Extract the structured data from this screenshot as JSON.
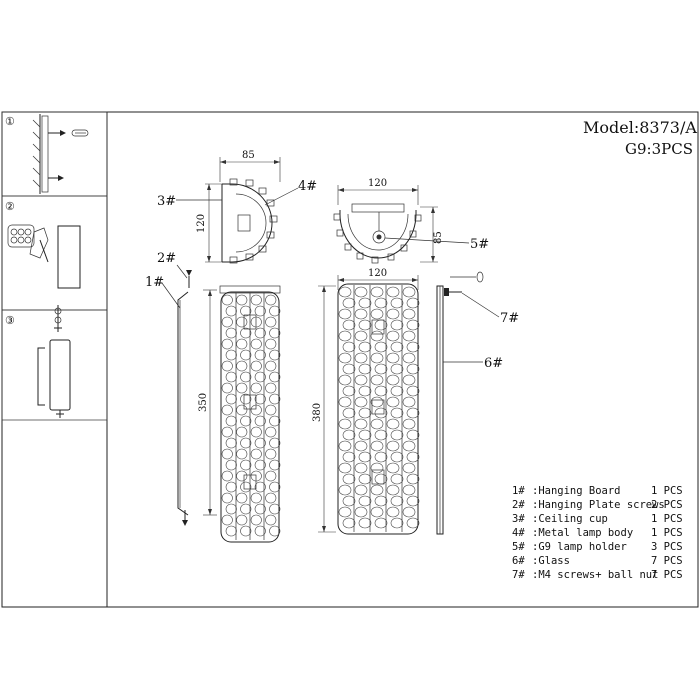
{
  "header": {
    "model": "Model:8373/A",
    "bulbs": "G9:3PCS"
  },
  "steps": [
    {
      "label": "①"
    },
    {
      "label": "②"
    },
    {
      "label": "③"
    }
  ],
  "callouts": {
    "p1": "1#",
    "p2": "2#",
    "p3": "3#",
    "p4": "4#",
    "p5": "5#",
    "p6": "6#",
    "p7": "7#"
  },
  "dimensions": {
    "top_width": "85",
    "top_depth": "120",
    "side_width": "120",
    "side_depth": "85",
    "front_width": "120",
    "board_height": "350",
    "body_height": "380"
  },
  "parts": [
    {
      "id": "1#",
      "name": ":Hanging Board",
      "qty": "1 PCS"
    },
    {
      "id": "2#",
      "name": ":Hanging Plate screws",
      "qty": "2 PCS"
    },
    {
      "id": "3#",
      "name": ":Ceiling cup",
      "qty": "1 PCS"
    },
    {
      "id": "4#",
      "name": ":Metal lamp body",
      "qty": "1 PCS"
    },
    {
      "id": "5#",
      "name": ":G9 lamp holder",
      "qty": "3 PCS"
    },
    {
      "id": "6#",
      "name": ":Glass",
      "qty": "7 PCS"
    },
    {
      "id": "7#",
      "name": ":M4 screws+ ball nut",
      "qty": "7 PCS"
    }
  ]
}
